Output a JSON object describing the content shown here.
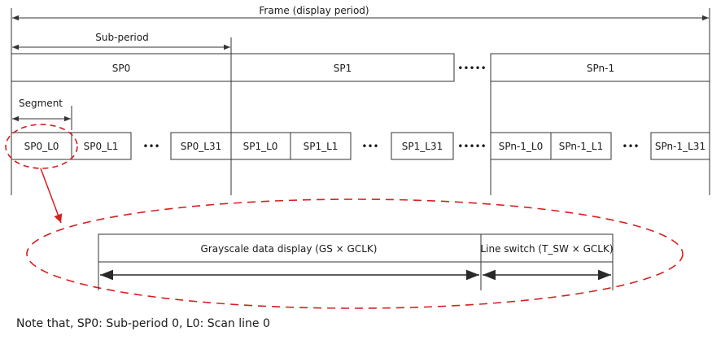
{
  "frame_label": "Frame (display period)",
  "subperiod_label": "Sub-period",
  "segment_label": "Segment",
  "sub_periods": [
    "SP0",
    "SP1",
    "SPn-1"
  ],
  "row_dots": "•••••",
  "segments": [
    "SP0_L0",
    "SP0_L1",
    "SP0_L31",
    "SP1_L0",
    "SP1_L1",
    "SP1_L31",
    "SPn-1_L0",
    "SPn-1_L1",
    "SPn-1_L31"
  ],
  "segment_ellipsis": "•••",
  "detail": {
    "grayscale_label": "Grayscale data display (GS × GCLK)",
    "line_switch_label": "Line switch (T_SW × GCLK)"
  },
  "note": "Note that, SP0: Sub-period 0, L0: Scan line 0",
  "colors": {
    "highlight": "#d42020",
    "line": "#333333"
  }
}
